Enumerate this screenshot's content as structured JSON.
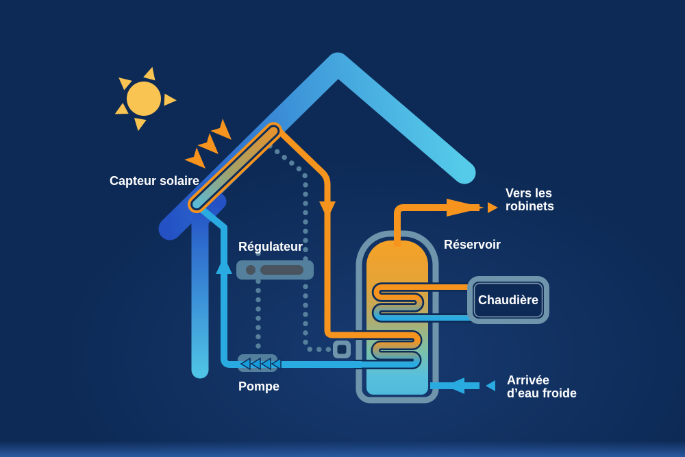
{
  "colors": {
    "background": "#0D2A56",
    "background_glow": "#173A70",
    "bottom_edge": "#2A59A0",
    "orange": "#F7941E",
    "light_blue": "#29ABE2",
    "roof_blue_dark": "#2452C5",
    "roof_blue_light": "#55CBE9",
    "steel_box": "#54809E",
    "steel_light": "#6E95AB",
    "dot": "#57809C",
    "control_dark": "#49545E",
    "sun_yellow": "#F9C452",
    "chevron_blue": "#179BD8",
    "navy_outline": "#0E2C58",
    "text": "#FFFFFF"
  },
  "labels": {
    "capteur_solaire": "Capteur solaire",
    "regulateur": "Régulateur",
    "pompe": "Pompe",
    "reservoir": "Réservoir",
    "chaudiere": "Chaudière",
    "vers_les_robinets_line1": "Vers les",
    "vers_les_robinets_line2": "robinets",
    "arrivee_line1": "Arrivée",
    "arrivee_line2": "d’eau froide"
  },
  "icons": {
    "sun": "sun-icon",
    "sunlight": "sunlight-arrows-icon",
    "flow_up": "flow-arrow-up-icon",
    "flow_down": "flow-arrow-down-icon",
    "hot_out": "hot-water-outlet-arrow-icon",
    "cold_in": "cold-water-inlet-arrow-icon",
    "pump_chevrons": "pump-flow-chevrons-icon"
  }
}
